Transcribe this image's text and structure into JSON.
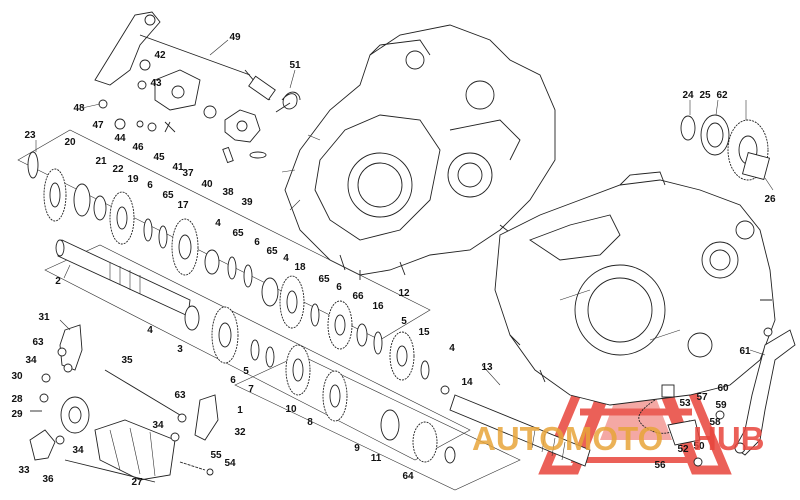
{
  "diagram": {
    "part_labels": [
      {
        "id": "49"
      },
      {
        "id": "42"
      },
      {
        "id": "43"
      },
      {
        "id": "51"
      },
      {
        "id": "48"
      },
      {
        "id": "47"
      },
      {
        "id": "44"
      },
      {
        "id": "46"
      },
      {
        "id": "45"
      },
      {
        "id": "41"
      },
      {
        "id": "37"
      },
      {
        "id": "40"
      },
      {
        "id": "38"
      },
      {
        "id": "39"
      },
      {
        "id": "23"
      },
      {
        "id": "20"
      },
      {
        "id": "21"
      },
      {
        "id": "22"
      },
      {
        "id": "19"
      },
      {
        "id": "6"
      },
      {
        "id": "65"
      },
      {
        "id": "17"
      },
      {
        "id": "4"
      },
      {
        "id": "65"
      },
      {
        "id": "6"
      },
      {
        "id": "65"
      },
      {
        "id": "4"
      },
      {
        "id": "18"
      },
      {
        "id": "2"
      },
      {
        "id": "65"
      },
      {
        "id": "6"
      },
      {
        "id": "66"
      },
      {
        "id": "16"
      },
      {
        "id": "12"
      },
      {
        "id": "5"
      },
      {
        "id": "15"
      },
      {
        "id": "4"
      },
      {
        "id": "3"
      },
      {
        "id": "4"
      },
      {
        "id": "5"
      },
      {
        "id": "6"
      },
      {
        "id": "7"
      },
      {
        "id": "10"
      },
      {
        "id": "8"
      },
      {
        "id": "9"
      },
      {
        "id": "11"
      },
      {
        "id": "64"
      },
      {
        "id": "13"
      },
      {
        "id": "14"
      },
      {
        "id": "31"
      },
      {
        "id": "63"
      },
      {
        "id": "34"
      },
      {
        "id": "30"
      },
      {
        "id": "28"
      },
      {
        "id": "29"
      },
      {
        "id": "35"
      },
      {
        "id": "63"
      },
      {
        "id": "1"
      },
      {
        "id": "34"
      },
      {
        "id": "32"
      },
      {
        "id": "55"
      },
      {
        "id": "54"
      },
      {
        "id": "33"
      },
      {
        "id": "34"
      },
      {
        "id": "36"
      },
      {
        "id": "27"
      },
      {
        "id": "24"
      },
      {
        "id": "25"
      },
      {
        "id": "62"
      },
      {
        "id": "26"
      },
      {
        "id": "61"
      },
      {
        "id": "60"
      },
      {
        "id": "57"
      },
      {
        "id": "59"
      },
      {
        "id": "53"
      },
      {
        "id": "58"
      },
      {
        "id": "52"
      },
      {
        "id": "50"
      },
      {
        "id": "56"
      }
    ],
    "colors": {
      "line": "#222222",
      "watermark_red": "#e8453c",
      "watermark_gold": "#e8a53a"
    }
  },
  "watermark": {
    "text_part1": "AUTOMOTO",
    "text_part2": "HUB"
  }
}
